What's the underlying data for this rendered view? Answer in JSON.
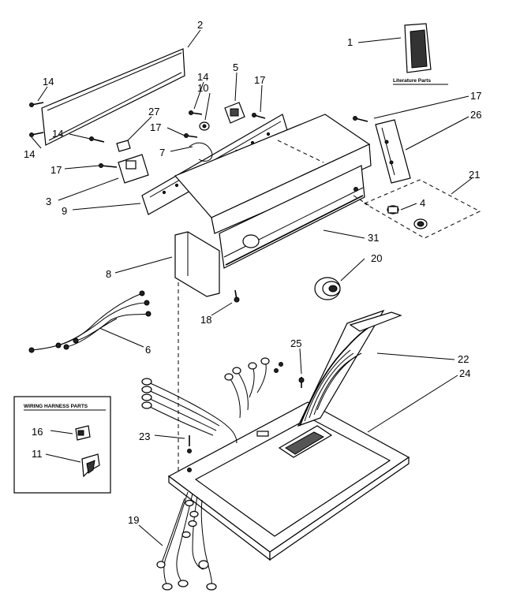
{
  "callouts": {
    "n1": "1",
    "n2": "2",
    "n3": "3",
    "n4": "4",
    "n5": "5",
    "n6": "6",
    "n7": "7",
    "n8": "8",
    "n9": "9",
    "n10": "10",
    "n11": "11",
    "n14a": "14",
    "n14b": "14",
    "n14c": "14",
    "n14d": "14",
    "n16": "16",
    "n17a": "17",
    "n17b": "17",
    "n17c": "17",
    "n17d": "17",
    "n18": "18",
    "n19": "19",
    "n20": "20",
    "n21": "21",
    "n22": "22",
    "n23": "23",
    "n24": "24",
    "n25": "25",
    "n26": "26",
    "n27": "27",
    "n31": "31"
  },
  "labels": {
    "literature": "Literature Parts",
    "wiring_harness": "WIRING HARNESS PARTS"
  }
}
